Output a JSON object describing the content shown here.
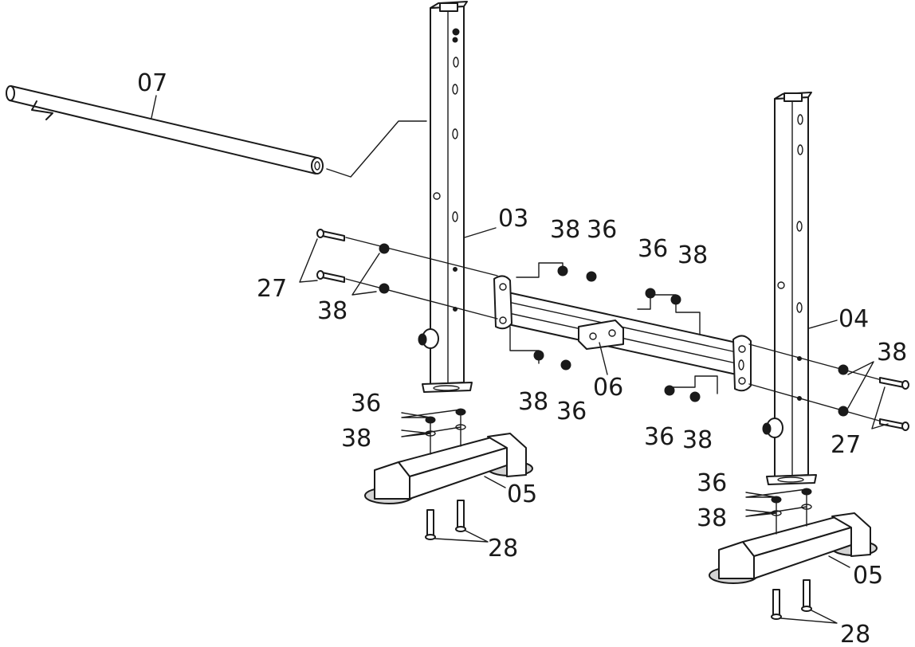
{
  "labels": {
    "rod": "07",
    "upright_left": "03",
    "upright_right": "04",
    "crossbar": "06",
    "base_foot": "05",
    "bolt_long": "27",
    "bolt_short": "28",
    "nut": "36",
    "washer": "38"
  }
}
